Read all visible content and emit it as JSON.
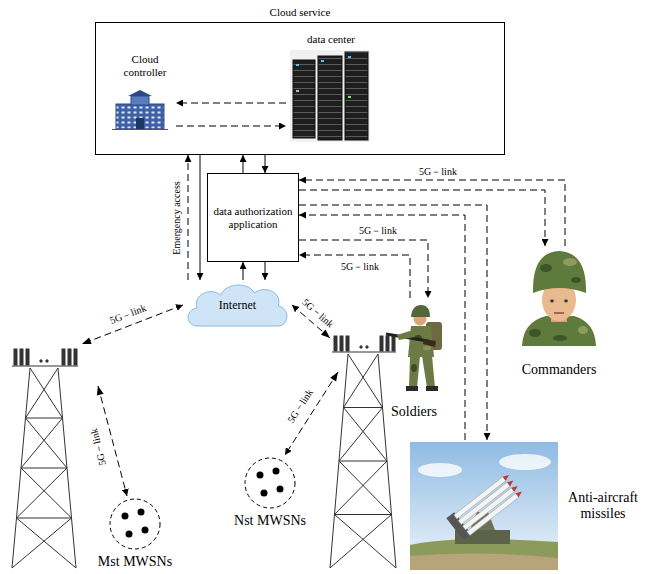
{
  "diagram": {
    "nodes": [
      {
        "text": [
          "Cloud service"
        ]
      },
      {
        "text": [
          "Cloud controller"
        ],
        "in": 0
      },
      {
        "text": [
          "data center"
        ],
        "in": 0
      },
      {
        "text": [
          "data authorization application"
        ]
      },
      {
        "text": [
          "Internet"
        ]
      },
      {
        "text": [
          "Soldiers"
        ]
      },
      {
        "text": [
          "Commanders"
        ]
      },
      {
        "text": [
          "Anti-aircraft missiles"
        ]
      },
      {
        "text": [
          "Mst MWSNs"
        ]
      },
      {
        "text": [
          "Nst MWSNs"
        ]
      }
    ],
    "edges": [
      {
        "from": 2,
        "to": 1,
        "arrow": "to"
      },
      {
        "from": 1,
        "to": 2,
        "arrow": "to"
      },
      {
        "from": 0,
        "to": 3,
        "arrow": "to"
      },
      {
        "from": 3,
        "to": 0,
        "arrow": "to"
      },
      {
        "from": 4,
        "to": 0,
        "arrow": "to",
        "label": "Emergency access"
      },
      {
        "from": 0,
        "to": 4,
        "arrow": "to"
      },
      {
        "from": 3,
        "to": 4,
        "arrow": "to"
      },
      {
        "from": 4,
        "to": 3,
        "arrow": "to"
      },
      {
        "from": 6,
        "to": 3,
        "arrow": "to",
        "label": "5G－link"
      },
      {
        "from": 3,
        "to": 6,
        "arrow": "to"
      },
      {
        "from": 3,
        "to": 7,
        "arrow": "to"
      },
      {
        "from": 7,
        "to": 3,
        "arrow": "to"
      },
      {
        "from": 3,
        "to": 5,
        "arrow": "to",
        "label": "5G－link"
      },
      {
        "from": 5,
        "to": 3,
        "arrow": "to",
        "label": "5G－link"
      },
      {
        "from": 4,
        "to": 8,
        "arrow": "both",
        "label": "5G－link"
      },
      {
        "from": 4,
        "to": 9,
        "arrow": "both",
        "label": "5G－link"
      }
    ],
    "labels": [
      "5G－link",
      "5G－link"
    ]
  }
}
